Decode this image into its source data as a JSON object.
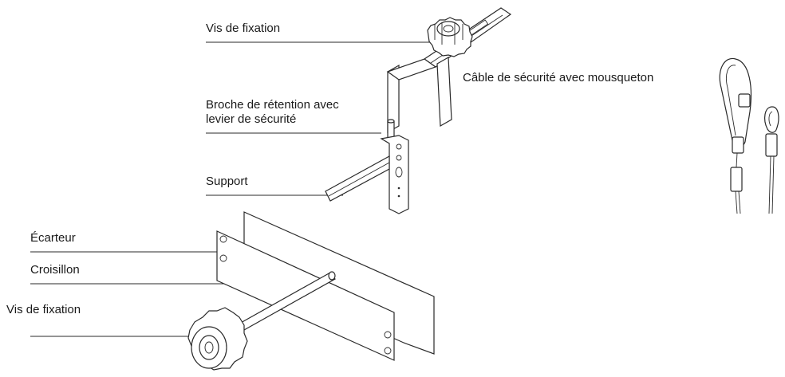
{
  "labels": {
    "vis_fixation_top": "Vis de fixation",
    "cable_securite": "Câble de sécurité avec mousqueton",
    "broche_line1": "Broche de rétention avec",
    "broche_line2": "levier de sécurité",
    "support": "Support",
    "ecarteur": "Écarteur",
    "croisillon": "Croisillon",
    "vis_fixation_bottom": "Vis de fixation"
  },
  "colors": {
    "line": "#2a2a2a",
    "background": "#ffffff"
  }
}
